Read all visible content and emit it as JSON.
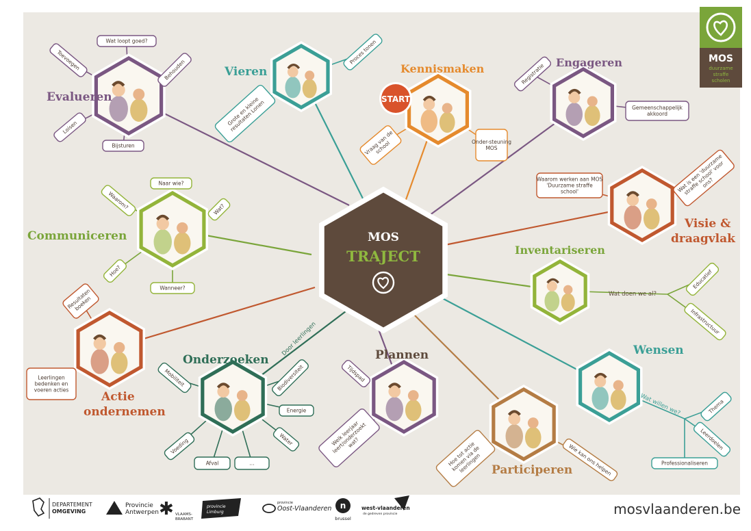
{
  "colors": {
    "paper": "#ece9e3",
    "brown": "#5e4a3c",
    "green": "#7aa53a",
    "purple": "#7a5782",
    "teal": "#3b9f96",
    "orange": "#e58a2d",
    "rust": "#c0582f",
    "tan": "#b47c44",
    "darkgreen": "#2f6e57",
    "lightgreen": "#93b43a",
    "start": "#d9532b"
  },
  "logo": {
    "title": "MOS",
    "lines": [
      "duurzame",
      "straffe",
      "scholen"
    ]
  },
  "hub": {
    "line1": "MOS",
    "line2": "TRAJECT",
    "icon": "heart-outline-icon"
  },
  "start_badge": "START",
  "phases": [
    {
      "key": "evalueren",
      "title": "Evalueren",
      "color": "purple",
      "icon": "teacher-and-kids-illustration",
      "tags": [
        "Wat loopt goed?",
        "Behouden",
        "Toevoegen",
        "Loisen",
        "Bijsturen"
      ]
    },
    {
      "key": "vieren",
      "title": "Vieren",
      "color": "teal",
      "icon": "celebration-illustration",
      "tags": [
        "Proces tonen",
        "Grote en kleine resultaten Lonen"
      ]
    },
    {
      "key": "kennismaken",
      "title": "Kennismaken",
      "color": "orange",
      "icon": "introduction-illustration",
      "tags": [
        "Vraag van de school",
        "Onder-steuning MOS"
      ]
    },
    {
      "key": "engageren",
      "title": "Engageren",
      "color": "purple",
      "icon": "group-illustration",
      "tags": [
        "Registratie",
        "Gemeenschappelijk akkoord"
      ]
    },
    {
      "key": "visie",
      "title_lines": [
        "Visie &",
        "draagvlak"
      ],
      "color": "rust",
      "icon": "classroom-illustration",
      "tags": [
        "Waarom werken aan MOS 'Duurzame straffe school'",
        "Wat is een 'duurzame straffe school' voor ons?"
      ]
    },
    {
      "key": "communiceren",
      "title": "Communiceren",
      "color": "lightgreen",
      "icon": "megaphone-illustration",
      "tags": [
        "Naar wie?",
        "Waarom?",
        "Wat?",
        "Hoe?",
        "Wanneer?"
      ]
    },
    {
      "key": "inventariseren",
      "title": "Inventariseren",
      "color": "lightgreen",
      "icon": "inventory-illustration",
      "tags": [
        "Wat doen we al?",
        "Educatief",
        "Infrastructuur"
      ]
    },
    {
      "key": "actie",
      "title_lines": [
        "Actie",
        "ondernemen"
      ],
      "color": "rust",
      "icon": "film-action-illustration",
      "tags": [
        "Resultaten boeken",
        "Leerlingen bedenken en voeren acties"
      ]
    },
    {
      "key": "onderzoeken",
      "title": "Onderzoeken",
      "color": "darkgreen",
      "icon": "detective-illustration",
      "tags": [
        "Door leerlingen",
        "Mobiliteit",
        "Biodiversiteit",
        "Energie",
        "Water",
        "Voeding",
        "Afval",
        "..."
      ]
    },
    {
      "key": "plannen",
      "title": "Plannen",
      "color": "purple",
      "icon": "planning-illustration",
      "tags": [
        "Tijdspad",
        "Welk leerjaar leert/onderzoekt wat?"
      ]
    },
    {
      "key": "participeren",
      "title": "Participeren",
      "color": "tan",
      "icon": "participation-illustration",
      "tags": [
        "Hoe tot actie komen via de leerlingen",
        "Wie kan ons helpen"
      ]
    },
    {
      "key": "wensen",
      "title": "Wensen",
      "color": "teal",
      "icon": "wishes-illustration",
      "tags": [
        "Wat willen we?",
        "Thema",
        "Leerdoelen",
        "Professionaliseren"
      ]
    }
  ],
  "footer": {
    "sponsors": [
      {
        "icon": "lion-icon",
        "line1": "DEPARTEMENT",
        "line2": "OMGEVING"
      },
      {
        "icon": "triangle-icon",
        "line1": "Provincie",
        "line2": "Antwerpen"
      },
      {
        "icon": "asterisk-icon",
        "line1": "VLAAMS-",
        "line2": "BRABANT"
      },
      {
        "icon": "limburg-icon",
        "line1": "provincie",
        "line2": "Limburg"
      },
      {
        "icon": "swoosh-icon",
        "line1": "provincie",
        "line2": "Oost-Vlaanderen"
      },
      {
        "icon": "brussels-n-icon",
        "line1": "brussel",
        "line2": ""
      },
      {
        "icon": "arrow-flag-icon",
        "line1": "west-vlaanderen",
        "line2": "de gedreven provincie"
      }
    ],
    "url": "mosvlaanderen.be"
  }
}
